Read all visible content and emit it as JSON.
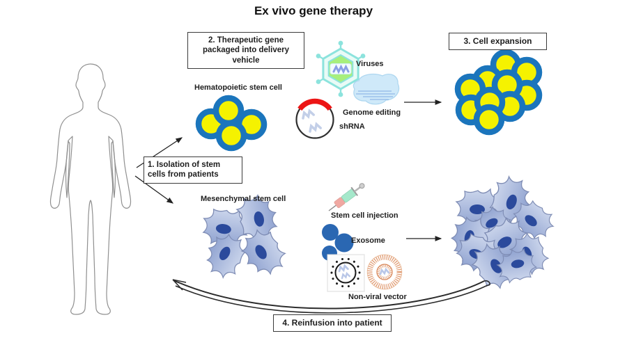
{
  "title": "Ex vivo gene therapy",
  "steps": {
    "step1": "1. Isolation of stem cells from patients",
    "step2": "2. Therapeutic gene packaged into delivery vehicle",
    "step3": "3. Cell expansion",
    "step4": "4. Reinfusion into patient"
  },
  "labels": {
    "hematopoietic": "Hematopoietic stem cell",
    "mesenchymal": "Mesenchymal stem cell",
    "viruses": "Viruses",
    "genome_editing": "Genome editing",
    "shrna": "shRNA",
    "stem_cell_injection": "Stem cell injection",
    "exosome": "Exosome",
    "non_viral_vector": "Non-viral vector"
  },
  "icons": {
    "human-body-outline": "front-facing human silhouette outline",
    "hsc-cluster": "4 round stem cells, blue membrane with yellow body",
    "expanded-hsc-cluster": "10 round stem cells after expansion",
    "msc-cluster": "4 spiky mesenchymal cells with blue nuclei",
    "expanded-msc-cluster": "10 spiky mesenchymal cells after expansion",
    "virus-icon": "hexagonal viral capsid with spikes and RNA squiggle",
    "genome-editing-icon": "light blue Cas9 protein blob with guide lines",
    "shrna-plasmid-icon": "circular plasmid with red promoter arc and RNA squiggles",
    "syringe-icon": "diagonal syringe, pink and mint barrel",
    "exosome-icon": "three solid blue vesicles",
    "lipoplex-icon": "black circle with surface dots and DNA squiggles in gray frame",
    "liposome-icon": "orange lipid bilayer ring with inner vesicle and RNA squiggle",
    "reinfusion-arrow": "long double-line swoosh arrow pointing back to patient"
  },
  "colors": {
    "cell_membrane_blue": "#1b75bc",
    "cell_body_yellow": "#f5f200",
    "msc_cell_fill": "#aab8dc",
    "msc_nucleus": "#2b4a9c",
    "virus_capsid_green": "#a7ef7d",
    "virus_envelope_teal": "#8ce3dd",
    "genome_blob_blue": "#cfe9f9",
    "plasmid_red": "#ec1515",
    "syringe_mint": "#a5e8cb",
    "syringe_pink": "#f0a8a2",
    "exosome_blue": "#2a67b2",
    "liposome_orange": "#d8875a"
  }
}
